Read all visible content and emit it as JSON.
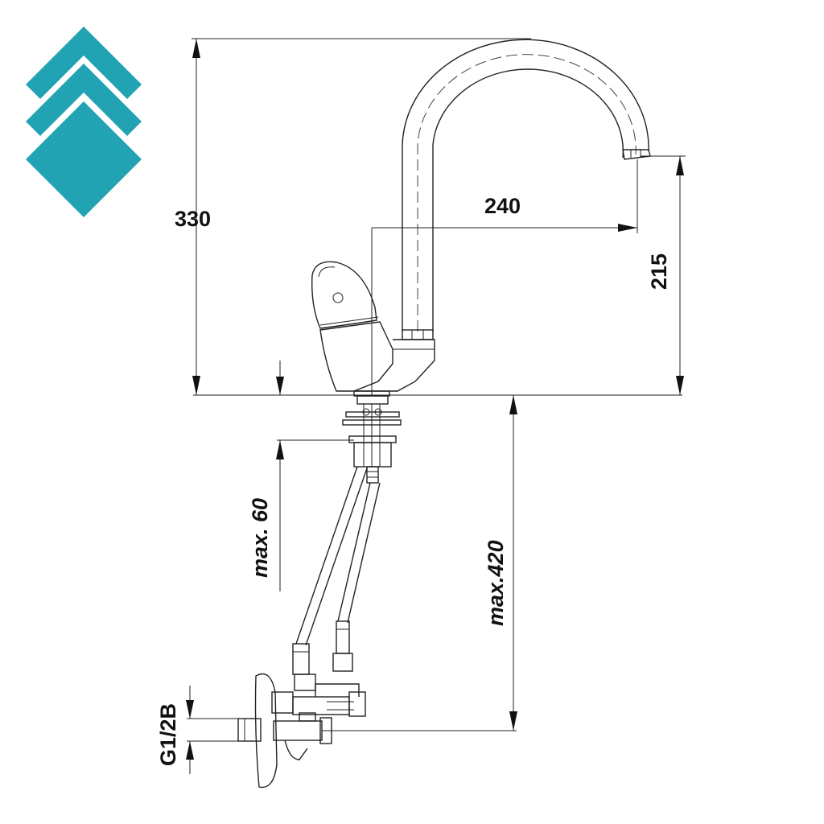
{
  "brand": {
    "logo_color": "#22A3B4",
    "logo_icon": "stacked-diamonds-logo"
  },
  "dimensions": {
    "total_height": "330",
    "spout_reach": "240",
    "spout_height": "215",
    "max_deck_thickness": "max. 60",
    "max_hose_length": "max.420",
    "connection_thread": "G1/2B"
  },
  "colors": {
    "line": "#222222",
    "text": "#111111",
    "background": "#ffffff"
  }
}
